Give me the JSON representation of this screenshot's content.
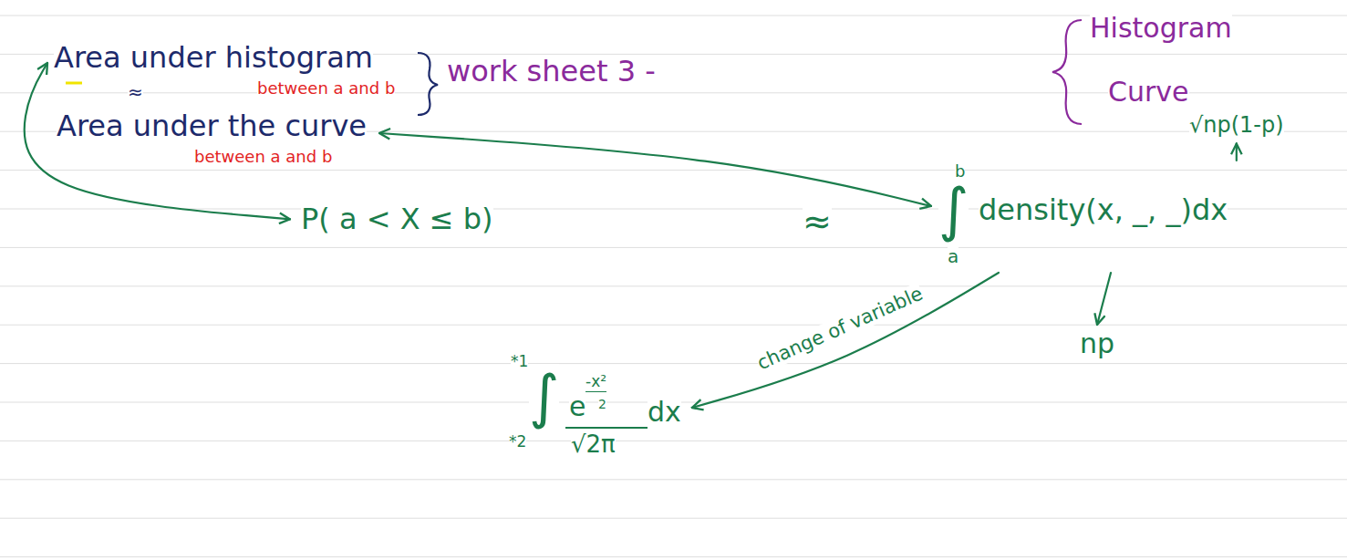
{
  "diagram": {
    "nodes": [
      {
        "text": [
          "Area under histogram",
          "between a and b"
        ]
      },
      {
        "text": [
          "Area under the curve",
          "between a and b"
        ]
      },
      {
        "text": [
          "P( a < X ≤ b)"
        ]
      },
      {
        "text": [
          "∫",
          "b",
          "a",
          "density(x, _, _)dx"
        ]
      },
      {
        "text": [
          "√np(1-p)"
        ]
      },
      {
        "text": [
          "np"
        ]
      },
      {
        "text": [
          "∫",
          "*1",
          "*2",
          "e",
          "-x²",
          "2",
          "√2π",
          "dx"
        ]
      }
    ],
    "edges": [
      {
        "from": 0,
        "to": 2,
        "arrow": "both"
      },
      {
        "from": 3,
        "to": 1,
        "arrow": "both"
      },
      {
        "from": 3,
        "to": 4,
        "arrow": "to"
      },
      {
        "from": 3,
        "to": 5,
        "arrow": "to"
      },
      {
        "from": 3,
        "to": 6,
        "arrow": "to",
        "label": "change of variable"
      }
    ],
    "labels": [
      "≈",
      "work sheet 3 -",
      "Histogram",
      "Curve",
      "≈"
    ]
  }
}
